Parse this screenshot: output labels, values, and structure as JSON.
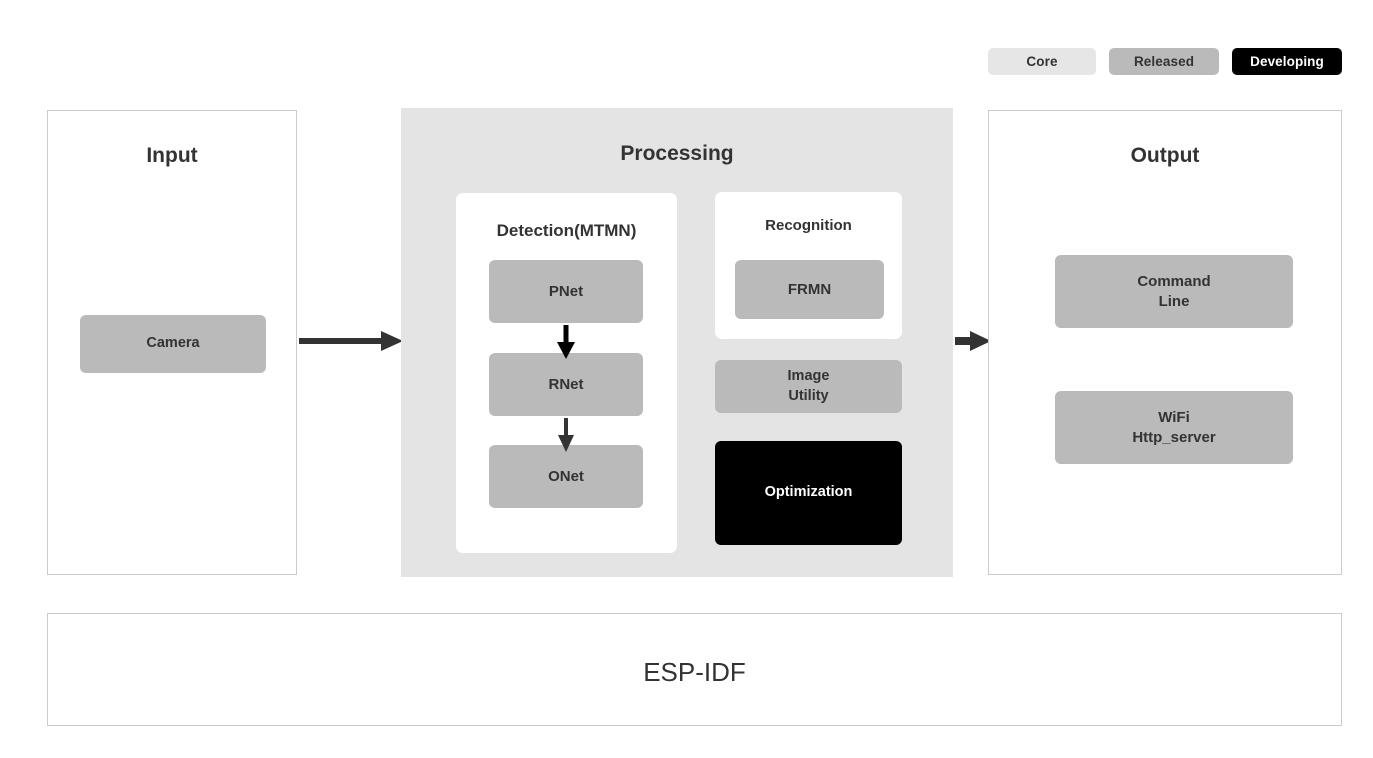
{
  "legend": {
    "items": [
      {
        "label": "Core",
        "color": "#e6e6e6",
        "text_color": "#333333"
      },
      {
        "label": "Released",
        "color": "#bababa",
        "text_color": "#333333"
      },
      {
        "label": "Developing",
        "color": "#000000",
        "text_color": "#ffffff"
      }
    ]
  },
  "panels": {
    "input": {
      "title": "Input",
      "nodes": [
        {
          "label": "Camera",
          "status": "Released"
        }
      ]
    },
    "processing": {
      "title": "Processing",
      "detection": {
        "title": "Detection(MTMN)",
        "nodes": [
          {
            "label": "PNet",
            "status": "Released"
          },
          {
            "label": "RNet",
            "status": "Released"
          },
          {
            "label": "ONet",
            "status": "Released"
          }
        ]
      },
      "recognition": {
        "title": "Recognition",
        "nodes": [
          {
            "label": "FRMN",
            "status": "Released"
          }
        ]
      },
      "extras": [
        {
          "label": "Image\nUtility",
          "line1": "Image",
          "line2": "Utility",
          "status": "Released"
        },
        {
          "label": "Optimization",
          "status": "Developing"
        }
      ]
    },
    "output": {
      "title": "Output",
      "nodes": [
        {
          "line1": "Command",
          "line2": "Line",
          "status": "Released"
        },
        {
          "line1": "WiFi",
          "line2": "Http_server",
          "status": "Released"
        }
      ]
    },
    "footer": {
      "title": "ESP-IDF"
    }
  },
  "flow": {
    "arrows": [
      {
        "from": "Input",
        "to": "Processing",
        "direction": "right"
      },
      {
        "from": "Processing",
        "to": "Output",
        "direction": "right"
      },
      {
        "from": "PNet",
        "to": "RNet",
        "direction": "down"
      },
      {
        "from": "RNet",
        "to": "ONet",
        "direction": "down"
      }
    ]
  },
  "colors": {
    "background": "#ffffff",
    "panel_border": "#cccccc",
    "processing_background": "#e4e4e4",
    "core": "#e6e6e6",
    "released": "#bababa",
    "developing": "#000000",
    "text": "#333333",
    "arrow": "#333333"
  }
}
